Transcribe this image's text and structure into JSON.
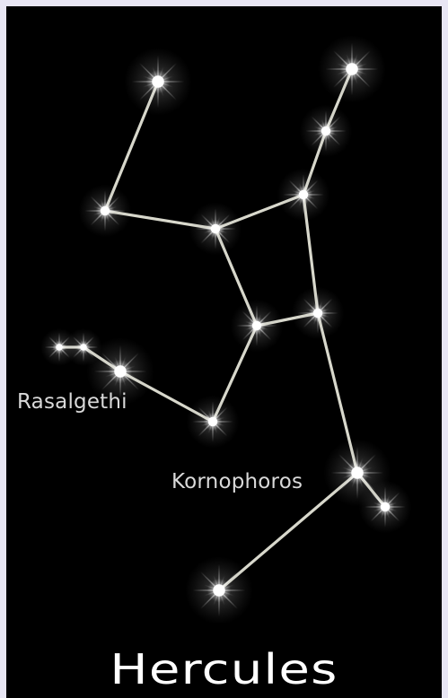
{
  "title": "Hercules",
  "labels": {
    "rasalgethi": "Rasalgethi",
    "kornophoros": "Kornophoros"
  },
  "colors": {
    "sky": "#000000",
    "frame": "#e8e6f4",
    "line": "#d8d8cc",
    "star": "#ffffff",
    "text": "#d9d9d9"
  },
  "stars": [
    {
      "id": "star-top-left",
      "size": "large"
    },
    {
      "id": "star-top-right",
      "size": "large"
    },
    {
      "id": "star-upper-right",
      "size": "medium"
    },
    {
      "id": "star-right-shoulder",
      "size": "medium"
    },
    {
      "id": "star-left-arm",
      "size": "medium"
    },
    {
      "id": "star-center",
      "size": "medium"
    },
    {
      "id": "star-waist-left",
      "size": "medium"
    },
    {
      "id": "star-waist-right",
      "size": "medium"
    },
    {
      "id": "star-far-left-1",
      "size": "small"
    },
    {
      "id": "star-far-left-2",
      "size": "small"
    },
    {
      "id": "star-rasalgethi",
      "size": "large"
    },
    {
      "id": "star-lower-mid",
      "size": "medium"
    },
    {
      "id": "star-kornophoros",
      "size": "large"
    },
    {
      "id": "star-lower-right",
      "size": "medium"
    },
    {
      "id": "star-bottom",
      "size": "large"
    }
  ],
  "connections": [
    [
      "star-top-left",
      "star-left-arm"
    ],
    [
      "star-left-arm",
      "star-center"
    ],
    [
      "star-center",
      "star-right-shoulder"
    ],
    [
      "star-right-shoulder",
      "star-upper-right"
    ],
    [
      "star-upper-right",
      "star-top-right"
    ],
    [
      "star-center",
      "star-waist-left"
    ],
    [
      "star-right-shoulder",
      "star-waist-right"
    ],
    [
      "star-waist-left",
      "star-waist-right"
    ],
    [
      "star-waist-left",
      "star-lower-mid"
    ],
    [
      "star-lower-mid",
      "star-rasalgethi"
    ],
    [
      "star-rasalgethi",
      "star-far-left-2"
    ],
    [
      "star-far-left-2",
      "star-far-left-1"
    ],
    [
      "star-waist-right",
      "star-kornophoros"
    ],
    [
      "star-kornophoros",
      "star-lower-right"
    ],
    [
      "star-kornophoros",
      "star-bottom"
    ]
  ]
}
